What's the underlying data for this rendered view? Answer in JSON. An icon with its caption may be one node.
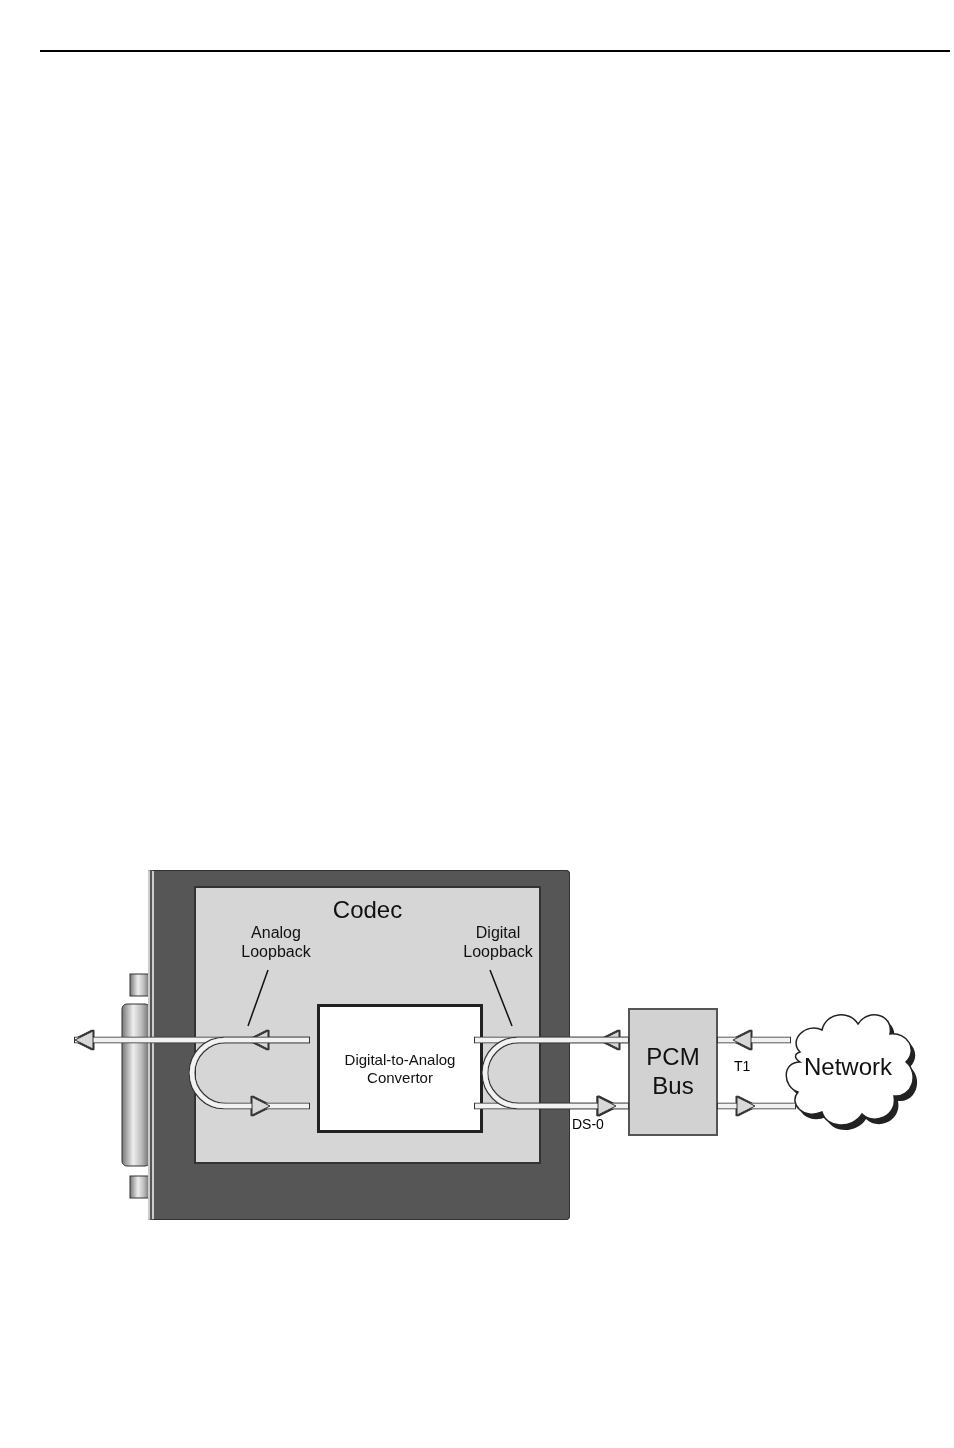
{
  "diagram": {
    "nodes": [
      {
        "text": [],
        "shape": "box"
      },
      {
        "text": [
          "Codec"
        ],
        "in": 0
      },
      {
        "text": [
          "Analog Loopback"
        ],
        "in": 1
      },
      {
        "text": [
          "Digital Loopback"
        ],
        "in": 1
      },
      {
        "text": [
          "Digital-to-Analog Convertor"
        ],
        "in": 1
      },
      {
        "text": [
          "PCM Bus"
        ]
      },
      {
        "text": [
          "Network"
        ]
      }
    ],
    "edges": [
      {
        "from": 4,
        "to": null,
        "arrow": "to"
      },
      {
        "from": 4,
        "to": 4,
        "arrow": "to"
      },
      {
        "from": 5,
        "to": 4,
        "arrow": "to"
      },
      {
        "from": 4,
        "to": 5,
        "arrow": "to"
      },
      {
        "from": 5,
        "to": 5,
        "arrow": "to"
      },
      {
        "from": 6,
        "to": 5,
        "arrow": "to"
      },
      {
        "from": 5,
        "to": 6,
        "arrow": "to"
      },
      {
        "from": 2,
        "to": null,
        "arrow": "none",
        "color": "#111111"
      },
      {
        "from": 3,
        "to": null,
        "arrow": "none",
        "color": "#111111"
      }
    ],
    "labels": [
      "DS-0",
      "T1"
    ]
  }
}
